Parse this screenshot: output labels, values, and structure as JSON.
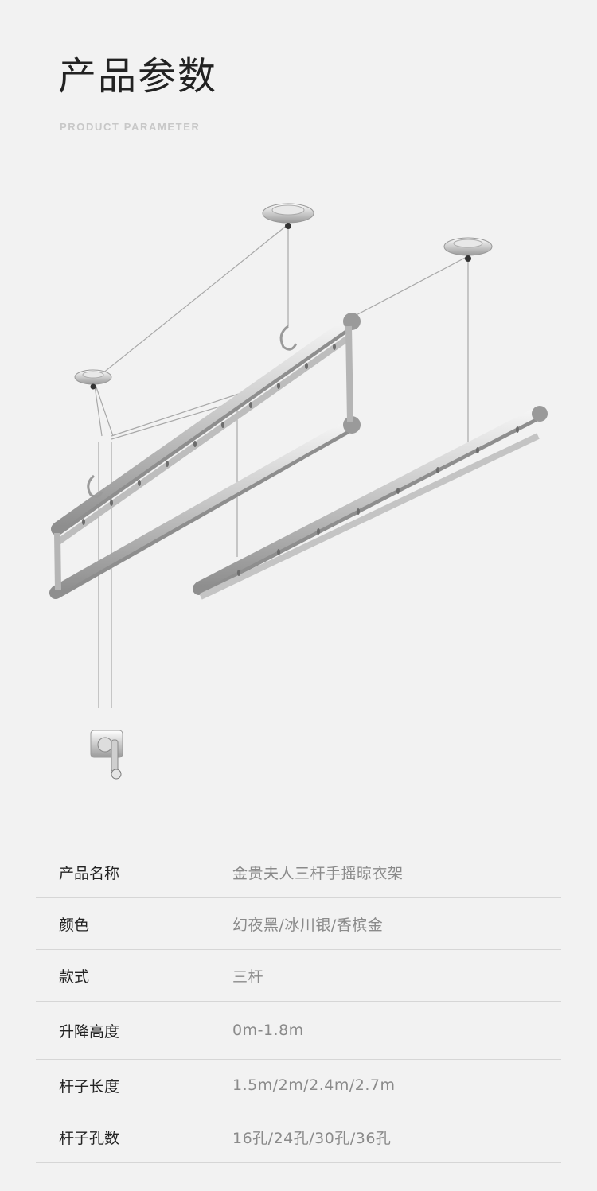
{
  "header": {
    "title": "产品参数",
    "subtitle": "PRODUCT PARAMETER"
  },
  "illustration": {
    "icon": "clothes-drying-rack-illustration"
  },
  "params": [
    {
      "label": "产品名称",
      "value": "金贵夫人三杆手摇晾衣架"
    },
    {
      "label": "颜色",
      "value": "幻夜黑/冰川银/香槟金"
    },
    {
      "label": "款式",
      "value": "三杆"
    },
    {
      "label": "升降高度",
      "value": "0m-1.8m"
    },
    {
      "label": "杆子长度",
      "value": "1.5m/2m/2.4m/2.7m"
    },
    {
      "label": "杆子孔数",
      "value": "16孔/24孔/30孔/36孔"
    }
  ]
}
